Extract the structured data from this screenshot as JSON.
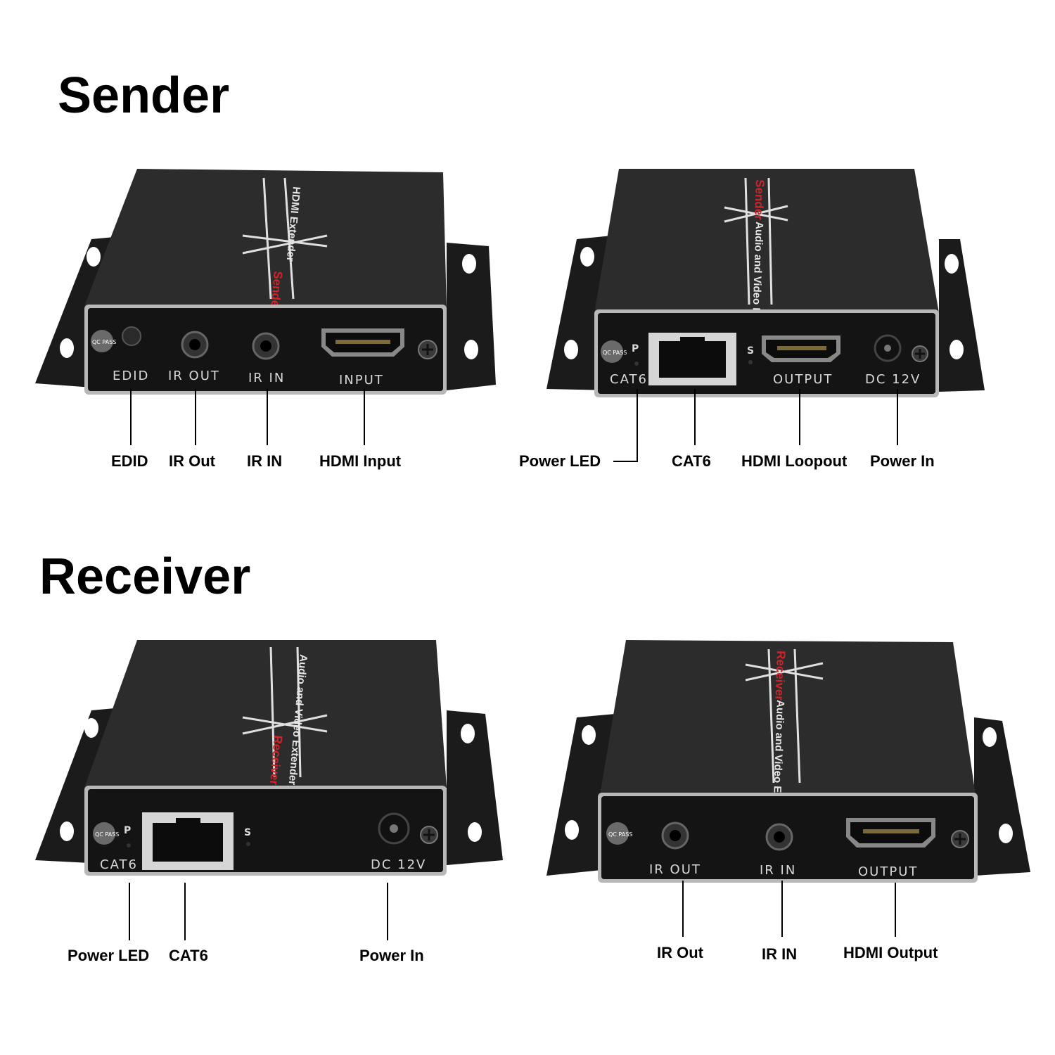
{
  "sections": {
    "sender_title": "Sender",
    "receiver_title": "Receiver"
  },
  "sender_front": {
    "top_brand": "Sender",
    "top_text": "HDMI Extender",
    "qc_label": "QC PASS",
    "panel_labels": {
      "edid": "EDID",
      "ir_out": "IR OUT",
      "ir_in": "IR IN",
      "input": "INPUT"
    },
    "callouts": {
      "edid": "EDID",
      "ir_out": "IR Out",
      "ir_in": "IR IN",
      "hdmi_input": "HDMI Input"
    }
  },
  "sender_back": {
    "top_brand": "Sender",
    "top_text": "Audio and Video Extender",
    "qc_label": "QC PASS",
    "panel_labels": {
      "p": "P",
      "s": "S",
      "cat6": "CAT6",
      "output": "OUTPUT",
      "dc": "DC 12V"
    },
    "callouts": {
      "power_led": "Power LED",
      "cat6": "CAT6",
      "hdmi_loopout": "HDMI Loopout",
      "power_in": "Power In"
    }
  },
  "receiver_back": {
    "top_brand": "Receiver",
    "top_text": "Audio and Video Extender",
    "qc_label": "QC PASS",
    "panel_labels": {
      "p": "P",
      "s": "S",
      "cat6": "CAT6",
      "dc": "DC 12V"
    },
    "callouts": {
      "power_led": "Power LED",
      "cat6": "CAT6",
      "power_in": "Power In"
    }
  },
  "receiver_front": {
    "top_brand": "Receiver",
    "top_text": "Audio and Video Extender",
    "qc_label": "QC PASS",
    "panel_labels": {
      "ir_out": "IR OUT",
      "ir_in": "IR IN",
      "output": "OUTPUT"
    },
    "callouts": {
      "ir_out": "IR Out",
      "ir_in": "IR IN",
      "hdmi_output": "HDMI Output"
    }
  },
  "colors": {
    "body_dark": "#232323",
    "body_top": "#2e2e2e",
    "panel": "#151515",
    "bezel": "#b5b5b5",
    "bracket": "#1c1c1c",
    "accent_red": "#d2232a"
  }
}
